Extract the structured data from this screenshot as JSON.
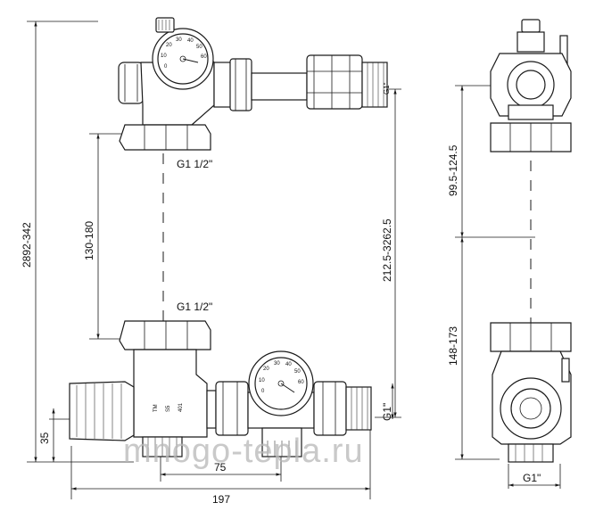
{
  "labels": {
    "thread_top": "G1 1/2\"",
    "thread_bottom": "G1 1/2\"",
    "thread_side": "G1\"",
    "thread_right": "G1\"",
    "small_thread": "G1\""
  },
  "dimensions": {
    "total_height": "2892-342",
    "center_distance": "130-180",
    "right_height": "212.5-3262.5",
    "side_top": "99.5-124.5",
    "side_bottom": "148-173",
    "bottom_offset": "35",
    "inner_width": "75",
    "total_width": "197"
  },
  "gauge": {
    "scale": [
      "0",
      "10",
      "20",
      "30",
      "40",
      "50",
      "60"
    ]
  },
  "valve_marks": {
    "brand": "TM",
    "text_a": "S5",
    "text_b": "401"
  },
  "watermark": "mnogo-tepla.ru"
}
